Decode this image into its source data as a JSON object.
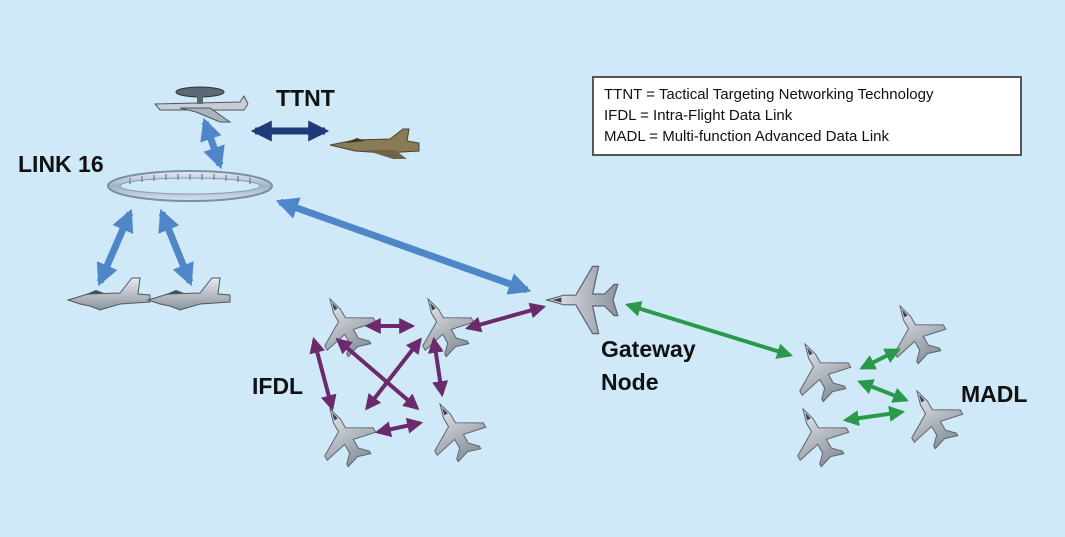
{
  "labels": {
    "ttnt": "TTNT",
    "link16": "LINK 16",
    "ifdl": "IFDL",
    "gateway_line1": "Gateway",
    "gateway_line2": "Node",
    "madl": "MADL"
  },
  "legend": [
    "TTNT =  Tactical Targeting Networking Technology",
    "IFDL =  Intra-Flight Data Link",
    "MADL = Multi-function Advanced Data Link"
  ],
  "colors": {
    "background": "#cfe9f8",
    "ttnt_link": "#1f3a7a",
    "link16_link": "#4f86c8",
    "ifdl_link": "#6b2a6b",
    "madl_link": "#2a9a4a"
  }
}
